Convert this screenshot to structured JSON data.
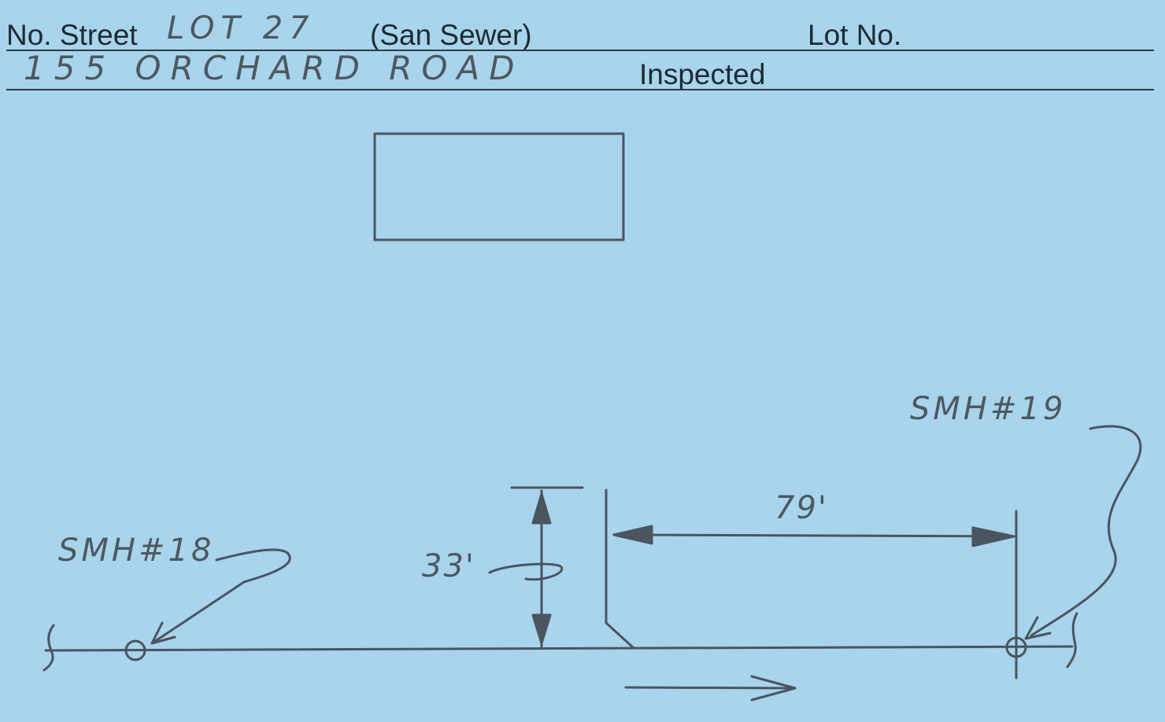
{
  "form": {
    "street_label": "No. Street",
    "lot_label": "Lot No.",
    "inspected_label": "Inspected",
    "street_value": "LOT 27",
    "sewer_note": "(San Sewer)",
    "address_value": "155 ORCHARD ROAD"
  },
  "sketch": {
    "manhole_left_label": "SMH#18",
    "manhole_right_label": "SMH#19",
    "offset_dimension": "33'",
    "distance_dimension": "79'"
  }
}
